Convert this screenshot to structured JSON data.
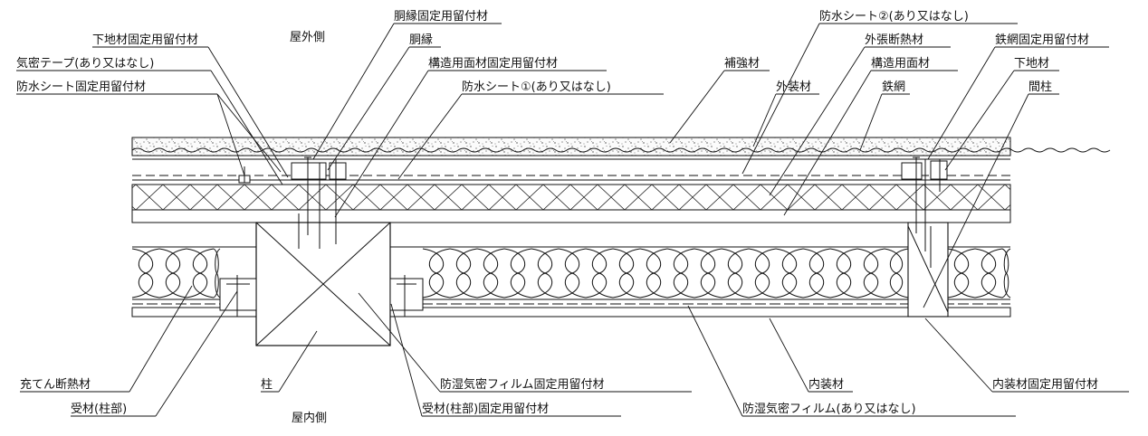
{
  "sides": {
    "outdoor": "屋外側",
    "indoor": "屋内側"
  },
  "labels": {
    "dobuchi_fastener": "胴縁固定用留付材",
    "shitaji_fastener": "下地材固定用留付材",
    "dobuchi": "胴縁",
    "kimitsu_tape": "気密テープ(あり又はなし)",
    "kozo_fastener": "構造用面材固定用留付材",
    "bosui_sheet_fastener": "防水シート固定用留付材",
    "bosui_sheet_1": "防水シート①(あり又はなし)",
    "bosui_sheet_2": "防水シート②(あり又はなし)",
    "sotobari": "外張断熱材",
    "tetsumo_fastener": "鉄網固定用留付材",
    "hokyo": "補強材",
    "kozo_menzai": "構造用面材",
    "shitaji": "下地材",
    "gaisou": "外装材",
    "tetsumo": "鉄網",
    "mabashira": "間柱",
    "juten": "充てん断熱材",
    "ukezai": "受材(柱部)",
    "hashira": "柱",
    "bosshitsu_fastener": "防湿気密フィルム固定用留付材",
    "ukezai_fastener": "受材(柱部)固定用留付材",
    "naisou": "内装材",
    "naisou_fastener": "内装材固定用留付材",
    "bosshitsu_film": "防湿気密フィルム(あり又はなし)"
  }
}
